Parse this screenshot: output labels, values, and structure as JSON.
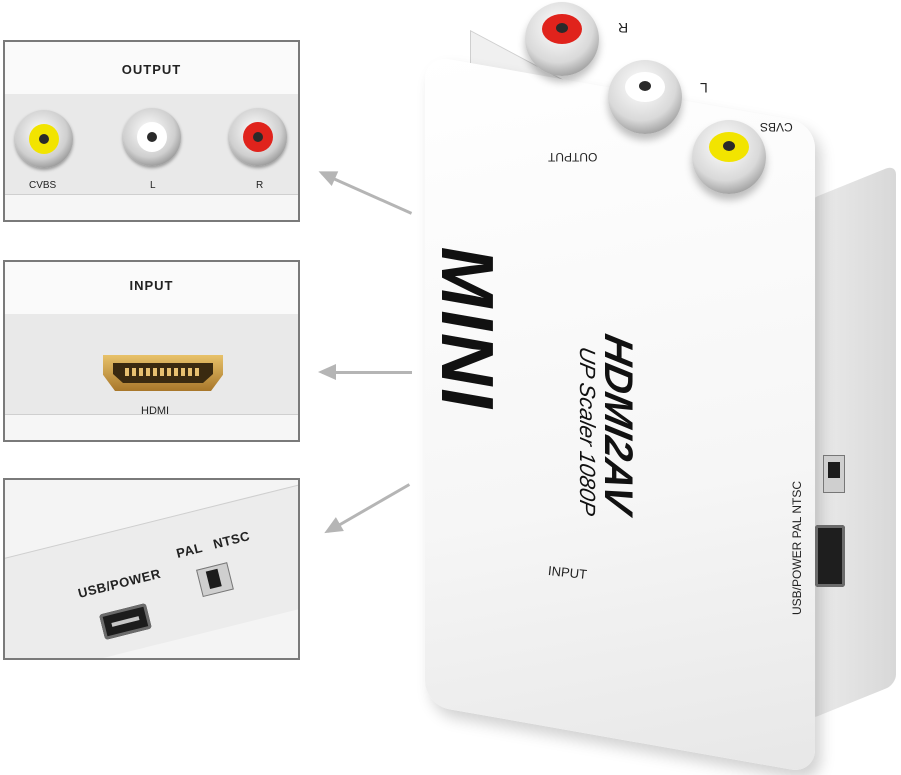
{
  "panels": {
    "output": {
      "title": "OUTPUT",
      "ports": [
        {
          "label": "CVBS",
          "color": "#f2e400"
        },
        {
          "label": "L",
          "color": "#ffffff"
        },
        {
          "label": "R",
          "color": "#e0231c"
        }
      ]
    },
    "input": {
      "title": "INPUT",
      "port_label": "HDMI"
    },
    "usb": {
      "usb_label": "USB/POWER",
      "pal_label": "PAL",
      "ntsc_label": "NTSC"
    }
  },
  "device": {
    "logo": "MINI",
    "model": "HDMI2AV",
    "subtitle": "UP Scaler 1080P",
    "output_label": "OUTPUT",
    "input_label": "INPUT",
    "side_label": "USB/POWER PAL NTSC",
    "port_letters": [
      "R",
      "L",
      "CVBS"
    ]
  },
  "colors": {
    "yellow": "#f2e400",
    "white": "#ffffff",
    "red": "#e0231c",
    "gold": "#d4a84a"
  }
}
